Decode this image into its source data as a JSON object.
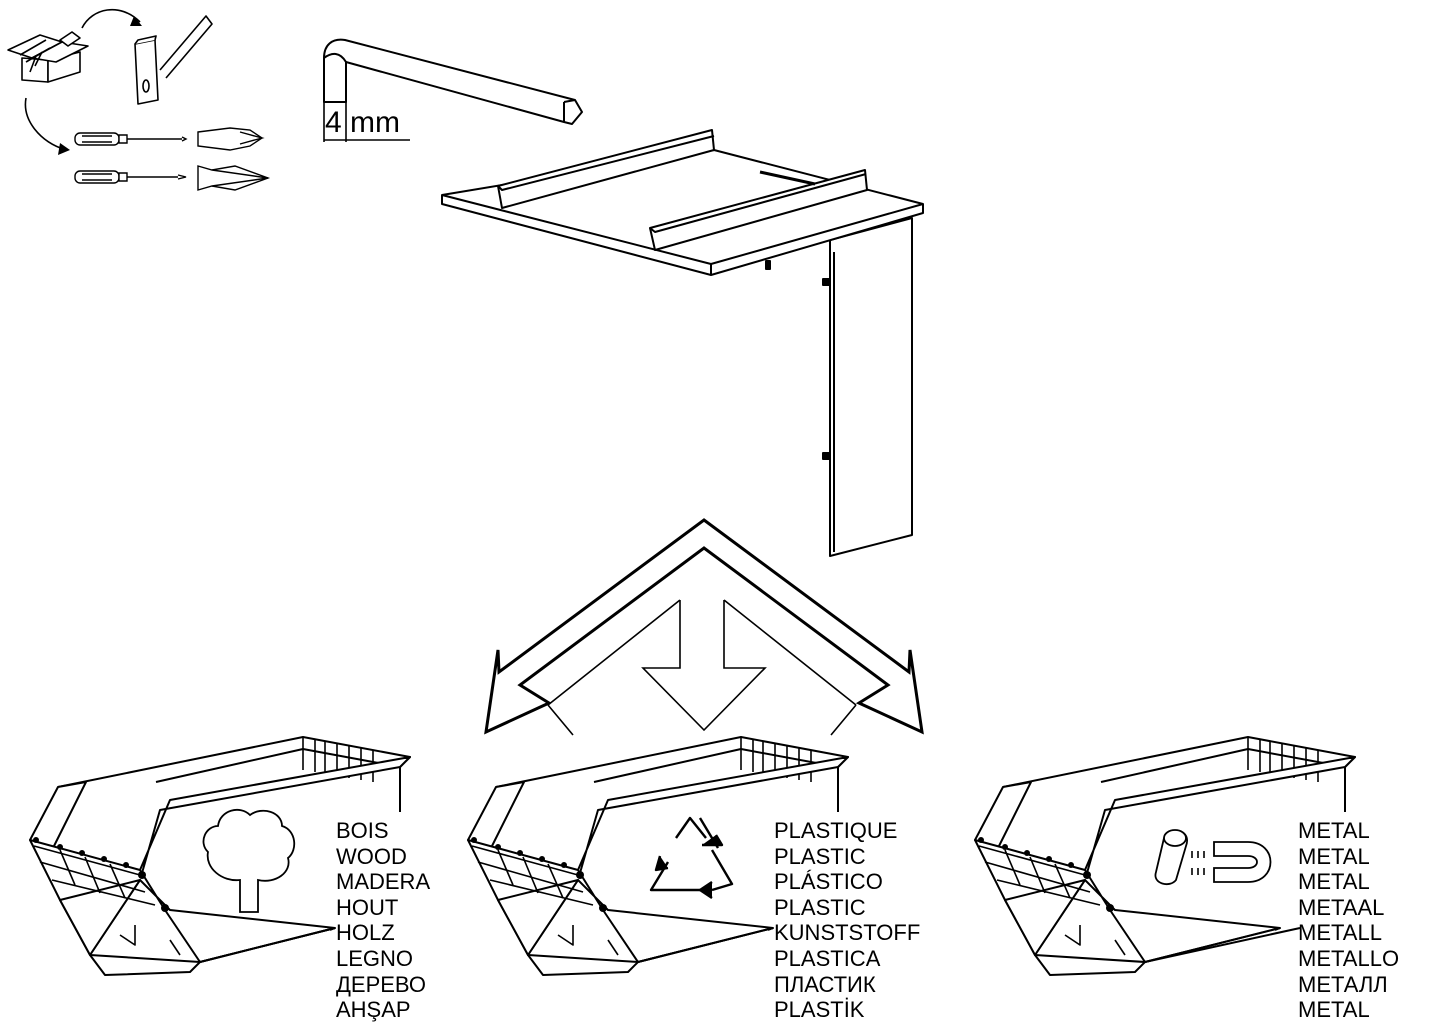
{
  "tool": {
    "hex_key_size": "4 mm"
  },
  "bins": [
    {
      "material": "wood",
      "icon": "tree-icon",
      "labels": [
        "BOIS",
        "WOOD",
        "MADERA",
        "HOUT",
        "HOLZ",
        "LEGNO",
        "ДЕРЕВО",
        "AHŞAP"
      ]
    },
    {
      "material": "plastic",
      "icon": "recycle-icon",
      "labels": [
        "PLASTIQUE",
        "PLASTIC",
        "PLÁSTICO",
        "PLASTIC",
        "KUNSTSTOFF",
        "PLASTICA",
        "ПЛАСТИК",
        "PLASTİK"
      ]
    },
    {
      "material": "metal",
      "icon": "magnet-icon",
      "labels": [
        "METAL",
        "METAL",
        "METAL",
        "METAAL",
        "METALL",
        "METALLO",
        "МЕТАЛЛ",
        "METAL"
      ]
    }
  ]
}
